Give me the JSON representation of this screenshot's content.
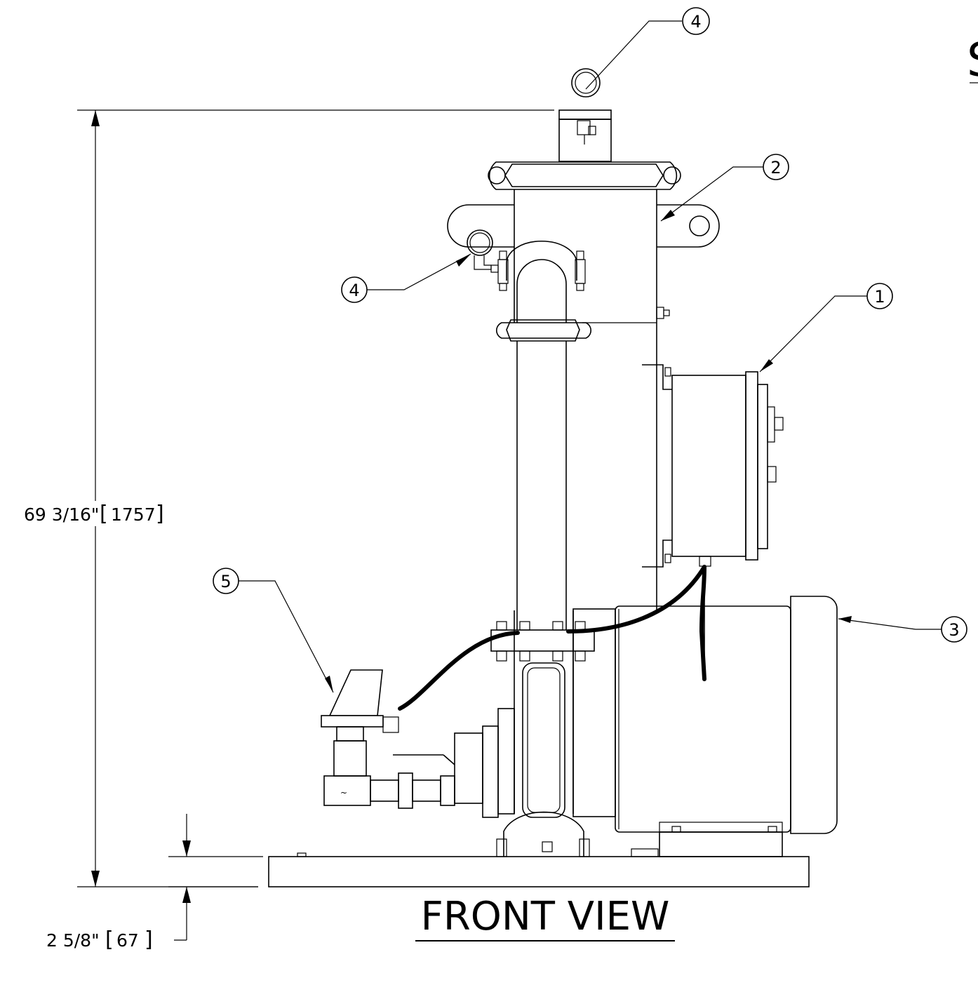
{
  "title": "FRONT VIEW",
  "corner_fragment": "S",
  "dimensions": {
    "overall_height": "69 3/16\"",
    "overall_height_metric": "1757",
    "base_height": "2 5/8\"",
    "base_height_metric": "67"
  },
  "balloons": [
    "1",
    "2",
    "3",
    "4",
    "4",
    "5"
  ]
}
